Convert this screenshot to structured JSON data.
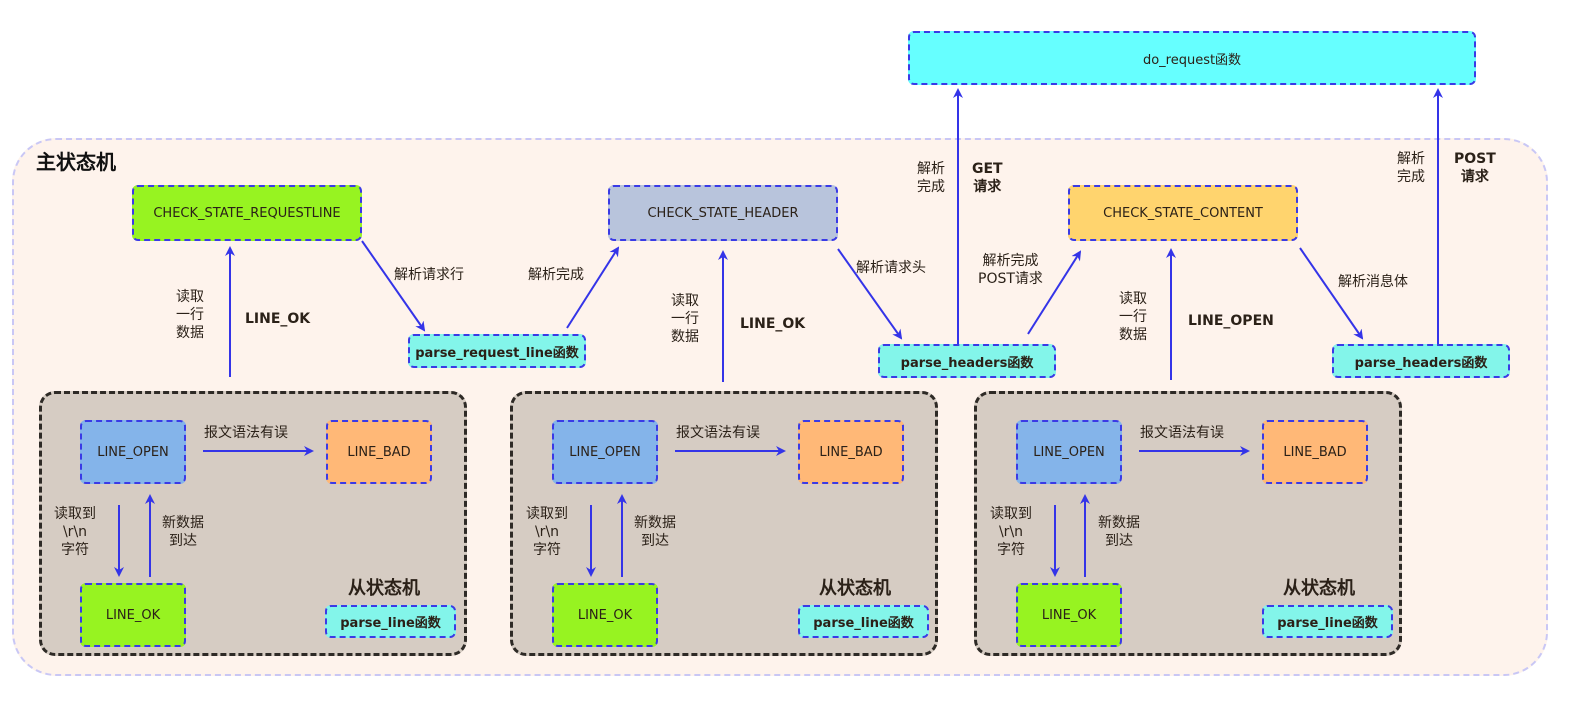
{
  "main_machine": {
    "title": "主状态机",
    "states": {
      "requestline": "CHECK_STATE_REQUESTLINE",
      "header": "CHECK_STATE_HEADER",
      "content": "CHECK_STATE_CONTENT"
    },
    "functions": {
      "parse_request_line": "parse_request_line函数",
      "parse_headers_1": "parse_headers函数",
      "parse_headers_2": "parse_headers函数",
      "do_request": "do_request函数"
    },
    "edge_labels": {
      "parse_request_line": "解析请求行",
      "parse_done": "解析完成",
      "parse_request_header": "解析请求头",
      "parse_done_post": [
        "解析完成",
        "POST请求"
      ],
      "parse_body": "解析消息体",
      "read_line": [
        "读取",
        "一行",
        "数据"
      ],
      "line_ok_1": "LINE_OK",
      "line_ok_2": "LINE_OK",
      "line_open": "LINE_OPEN",
      "get_done": [
        "解析",
        "完成"
      ],
      "get_req": [
        "GET",
        "请求"
      ],
      "post_done": [
        "解析",
        "完成"
      ],
      "post_req": [
        "POST",
        "请求"
      ]
    }
  },
  "sub_machines": [
    {
      "title": "从状态机",
      "function": "parse_line函数",
      "states": {
        "open": "LINE_OPEN",
        "bad": "LINE_BAD",
        "ok": "LINE_OK"
      },
      "edge_labels": {
        "syntax_error": "报文语法有误",
        "read_crlf": [
          "读取到",
          "\\r\\n",
          "字符"
        ],
        "new_data": [
          "新数据",
          "到达"
        ]
      }
    },
    {
      "title": "从状态机",
      "function": "parse_line函数",
      "states": {
        "open": "LINE_OPEN",
        "bad": "LINE_BAD",
        "ok": "LINE_OK"
      },
      "edge_labels": {
        "syntax_error": "报文语法有误",
        "read_crlf": [
          "读取到",
          "\\r\\n",
          "字符"
        ],
        "new_data": [
          "新数据",
          "到达"
        ]
      }
    },
    {
      "title": "从状态机",
      "function": "parse_line函数",
      "states": {
        "open": "LINE_OPEN",
        "bad": "LINE_BAD",
        "ok": "LINE_OK"
      },
      "edge_labels": {
        "syntax_error": "报文语法有误",
        "read_crlf": [
          "读取到",
          "\\r\\n",
          "字符"
        ],
        "new_data": [
          "新数据",
          "到达"
        ]
      }
    }
  ],
  "colors": {
    "edge": "#3434e8",
    "main_bg": "#fef3ec",
    "sub_bg": "#d6ccc3",
    "state_green": "#97f321",
    "state_grey": "#b8c4dc",
    "state_yellow": "#ffd46e",
    "function_cyan": "#83f5ea",
    "do_request_cyan": "#66ffff",
    "line_open_blue": "#84b4ea",
    "line_bad_orange": "#ffb877"
  }
}
